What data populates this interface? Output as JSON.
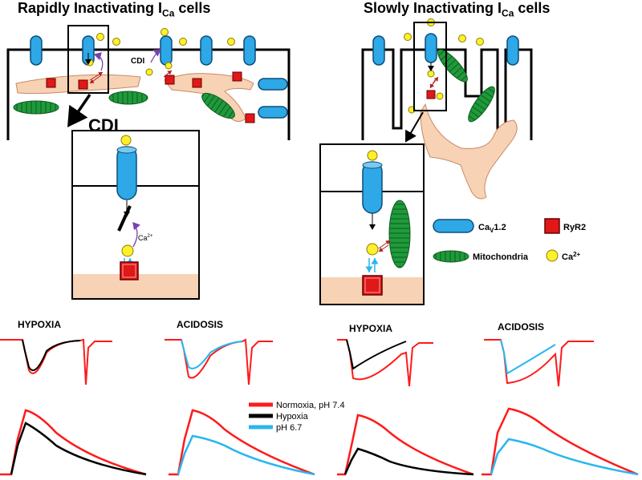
{
  "titles": {
    "left": {
      "main": "Rapidly Inactivating I",
      "sub": "Ca",
      "tail": " cells"
    },
    "right": {
      "main": "Slowly Inactivating I",
      "sub": "Ca",
      "tail": " cells"
    }
  },
  "labels": {
    "cdi_small": "CDI",
    "cdi_big": "CDI",
    "ca_inset": "Ca",
    "ca_inset_sup": "2+"
  },
  "legend": {
    "cav_main": "Ca",
    "cav_sub": "V",
    "cav_tail": "1.2",
    "ryr": "RyR2",
    "mito": "Mitochondria",
    "ca_main": "Ca",
    "ca_sup": "2+"
  },
  "panels": {
    "hyp_left": "HYPOXIA",
    "acid_left": "ACIDOSIS",
    "hyp_right": "HYPOXIA",
    "acid_right": "ACIDOSIS"
  },
  "trace_legend": {
    "items": [
      {
        "label": "Normoxia, pH 7.4",
        "color": "#ff1a1a"
      },
      {
        "label": "Hypoxia",
        "color": "#000000"
      },
      {
        "label": "pH 6.7",
        "color": "#29b6f0"
      }
    ]
  },
  "colors": {
    "channel": "#2ea8e6",
    "ryr": "#e01818",
    "mito": "#1f9a3a",
    "calcium": "#fff02a",
    "sr": "#f8d2b4",
    "normoxia": "#ff1a1a",
    "hypoxia": "#000000",
    "acidosis": "#29b6f0"
  }
}
